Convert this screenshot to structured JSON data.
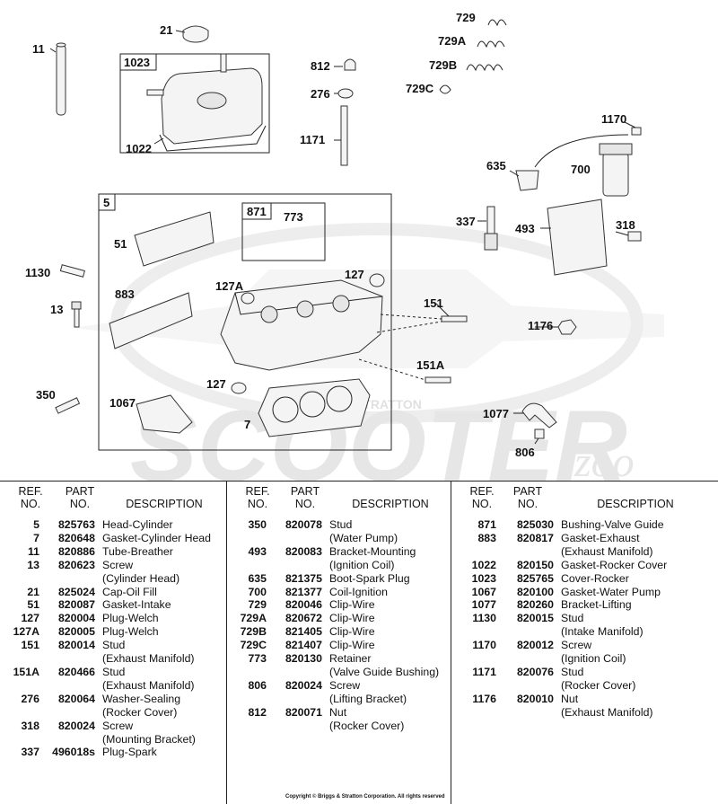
{
  "diagram": {
    "callouts": [
      "11",
      "21",
      "1023",
      "1022",
      "812",
      "276",
      "1171",
      "729",
      "729A",
      "729B",
      "729C",
      "1170",
      "635",
      "700",
      "5",
      "871",
      "773",
      "51",
      "883",
      "127A",
      "127",
      "151",
      "151A",
      "1130",
      "13",
      "350",
      "1067",
      "7",
      "337",
      "493",
      "318",
      "1176",
      "1077",
      "806"
    ],
    "watermark": "SCOOTER",
    "watermark_script": "zoo",
    "watermark_small": "STRATTON"
  },
  "table": {
    "headers": {
      "ref_line1": "REF.",
      "ref_line2": "NO.",
      "part_line1": "PART",
      "part_line2": "NO.",
      "desc": "DESCRIPTION"
    },
    "columns": [
      [
        {
          "ref": "5",
          "part": "825763",
          "desc": "Head-Cylinder"
        },
        {
          "ref": "7",
          "part": "820648",
          "desc": "Gasket-Cylinder Head"
        },
        {
          "ref": "11",
          "part": "820886",
          "desc": "Tube-Breather"
        },
        {
          "ref": "13",
          "part": "820623",
          "desc": "Screw"
        },
        {
          "ref": "",
          "part": "",
          "desc": "(Cylinder Head)"
        },
        {
          "ref": "21",
          "part": "825024",
          "desc": "Cap-Oil Fill"
        },
        {
          "ref": "51",
          "part": "820087",
          "desc": "Gasket-Intake"
        },
        {
          "ref": "127",
          "part": "820004",
          "desc": "Plug-Welch"
        },
        {
          "ref": "127A",
          "part": "820005",
          "desc": "Plug-Welch"
        },
        {
          "ref": "151",
          "part": "820014",
          "desc": "Stud"
        },
        {
          "ref": "",
          "part": "",
          "desc": "(Exhaust Manifold)"
        },
        {
          "ref": "151A",
          "part": "820466",
          "desc": "Stud"
        },
        {
          "ref": "",
          "part": "",
          "desc": "(Exhaust Manifold)"
        },
        {
          "ref": "276",
          "part": "820064",
          "desc": "Washer-Sealing"
        },
        {
          "ref": "",
          "part": "",
          "desc": "(Rocker Cover)"
        },
        {
          "ref": "318",
          "part": "820024",
          "desc": "Screw"
        },
        {
          "ref": "",
          "part": "",
          "desc": "(Mounting Bracket)"
        },
        {
          "ref": "337",
          "part": "496018s",
          "desc": "Plug-Spark"
        }
      ],
      [
        {
          "ref": "350",
          "part": "820078",
          "desc": "Stud"
        },
        {
          "ref": "",
          "part": "",
          "desc": "(Water Pump)"
        },
        {
          "ref": "493",
          "part": "820083",
          "desc": "Bracket-Mounting"
        },
        {
          "ref": "",
          "part": "",
          "desc": "(Ignition Coil)"
        },
        {
          "ref": "635",
          "part": "821375",
          "desc": "Boot-Spark Plug"
        },
        {
          "ref": "700",
          "part": "821377",
          "desc": "Coil-Ignition"
        },
        {
          "ref": "729",
          "part": "820046",
          "desc": "Clip-Wire"
        },
        {
          "ref": "729A",
          "part": "820672",
          "desc": "Clip-Wire"
        },
        {
          "ref": "729B",
          "part": "821405",
          "desc": "Clip-Wire"
        },
        {
          "ref": "729C",
          "part": "821407",
          "desc": "Clip-Wire"
        },
        {
          "ref": "773",
          "part": "820130",
          "desc": "Retainer"
        },
        {
          "ref": "",
          "part": "",
          "desc": "(Valve Guide Bushing)"
        },
        {
          "ref": "806",
          "part": "820024",
          "desc": "Screw"
        },
        {
          "ref": "",
          "part": "",
          "desc": "(Lifting Bracket)"
        },
        {
          "ref": "812",
          "part": "820071",
          "desc": "Nut"
        },
        {
          "ref": "",
          "part": "",
          "desc": "(Rocker Cover)"
        }
      ],
      [
        {
          "ref": "871",
          "part": "825030",
          "desc": "Bushing-Valve Guide"
        },
        {
          "ref": "883",
          "part": "820817",
          "desc": "Gasket-Exhaust"
        },
        {
          "ref": "",
          "part": "",
          "desc": "(Exhaust Manifold)"
        },
        {
          "ref": "1022",
          "part": "820150",
          "desc": "Gasket-Rocker Cover"
        },
        {
          "ref": "1023",
          "part": "825765",
          "desc": "Cover-Rocker"
        },
        {
          "ref": "1067",
          "part": "820100",
          "desc": "Gasket-Water Pump"
        },
        {
          "ref": "1077",
          "part": "820260",
          "desc": "Bracket-Lifting"
        },
        {
          "ref": "1130",
          "part": "820015",
          "desc": "Stud"
        },
        {
          "ref": "",
          "part": "",
          "desc": "(Intake Manifold)"
        },
        {
          "ref": "1170",
          "part": "820012",
          "desc": "Screw"
        },
        {
          "ref": "",
          "part": "",
          "desc": "(Ignition Coil)"
        },
        {
          "ref": "1171",
          "part": "820076",
          "desc": "Stud"
        },
        {
          "ref": "",
          "part": "",
          "desc": "(Rocker Cover)"
        },
        {
          "ref": "1176",
          "part": "820010",
          "desc": "Nut"
        },
        {
          "ref": "",
          "part": "",
          "desc": "(Exhaust Manifold)"
        }
      ]
    ]
  },
  "copyright": "Copyright © Briggs & Stratton Corporation. All rights reserved"
}
